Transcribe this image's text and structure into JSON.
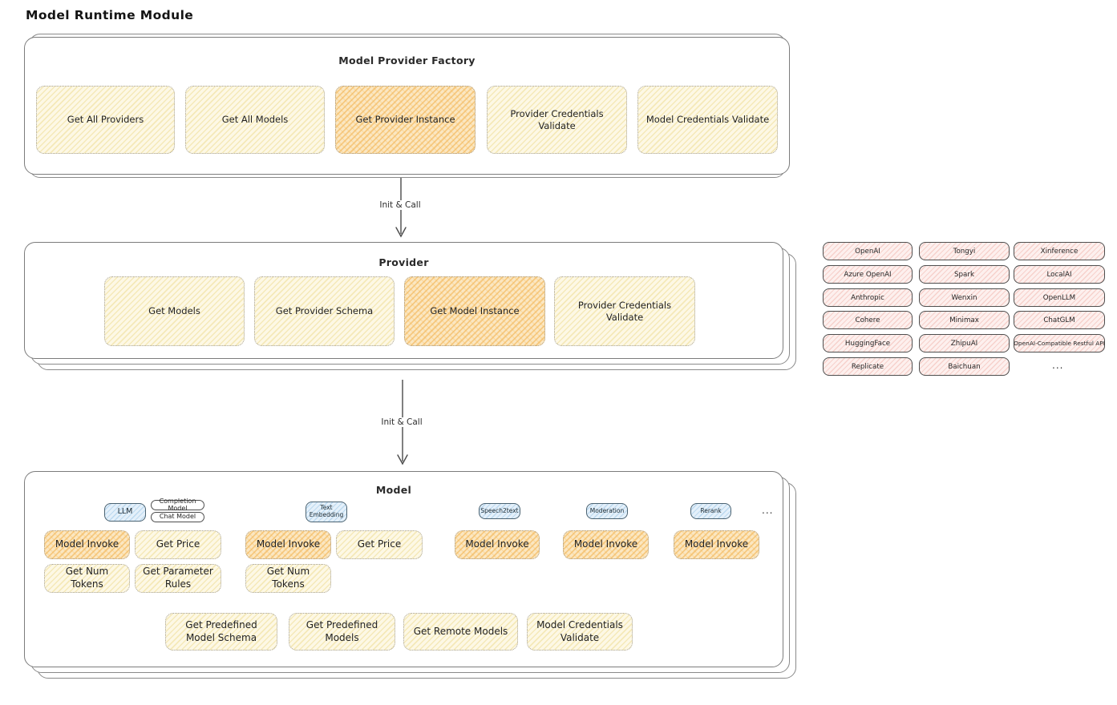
{
  "page": {
    "title": "Model Runtime Module"
  },
  "colors": {
    "highlight_orange": "#f6c97e",
    "light_yellow": "#fdf6da",
    "chip_pink": "#fbe5e1",
    "tag_blue": "#d8e9f7",
    "panel_border": "#7c7c7c"
  },
  "factory": {
    "title": "Model Provider Factory",
    "buttons": [
      "Get All Providers",
      "Get All Models",
      "Get Provider Instance",
      "Provider Credentials Validate",
      "Model Credentials Validate"
    ]
  },
  "arrows": {
    "arrow1_label": "Init & Call",
    "arrow2_label": "Init & Call"
  },
  "provider": {
    "title": "Provider",
    "buttons": [
      "Get Models",
      "Get Provider Schema",
      "Get Model Instance",
      "Provider Credentials Validate"
    ]
  },
  "model": {
    "title": "Model",
    "tags": {
      "llm": "LLM",
      "completion": "Completion Model",
      "chat": "Chat Model",
      "text_embedding": "Text Embedding",
      "speech2text": "Speech2text",
      "moderation": "Moderation",
      "rerank": "Rerank",
      "more": "..."
    },
    "buttons": {
      "llm_invoke": "Model Invoke",
      "llm_get_price": "Get Price",
      "llm_get_num_tokens": "Get Num Tokens",
      "llm_get_parameter_rules": "Get Parameter Rules",
      "te_invoke": "Model Invoke",
      "te_get_price": "Get Price",
      "te_get_num_tokens": "Get Num Tokens",
      "s2t_invoke": "Model Invoke",
      "mod_invoke": "Model Invoke",
      "rerank_invoke": "Model Invoke"
    },
    "bottom_buttons": [
      "Get Predefined Model Schema",
      "Get Predefined Models",
      "Get Remote Models",
      "Model Credentials Validate"
    ]
  },
  "providers": {
    "grid": [
      [
        "OpenAI",
        "Tongyi",
        "Xinference"
      ],
      [
        "Azure OpenAI",
        "Spark",
        "LocalAI"
      ],
      [
        "Anthropic",
        "Wenxin",
        "OpenLLM"
      ],
      [
        "Cohere",
        "Minimax",
        "ChatGLM"
      ],
      [
        "HuggingFace",
        "ZhipuAI",
        "OpenAI-Compatible Restful API"
      ],
      [
        "Replicate",
        "Baichuan",
        "..."
      ]
    ]
  }
}
